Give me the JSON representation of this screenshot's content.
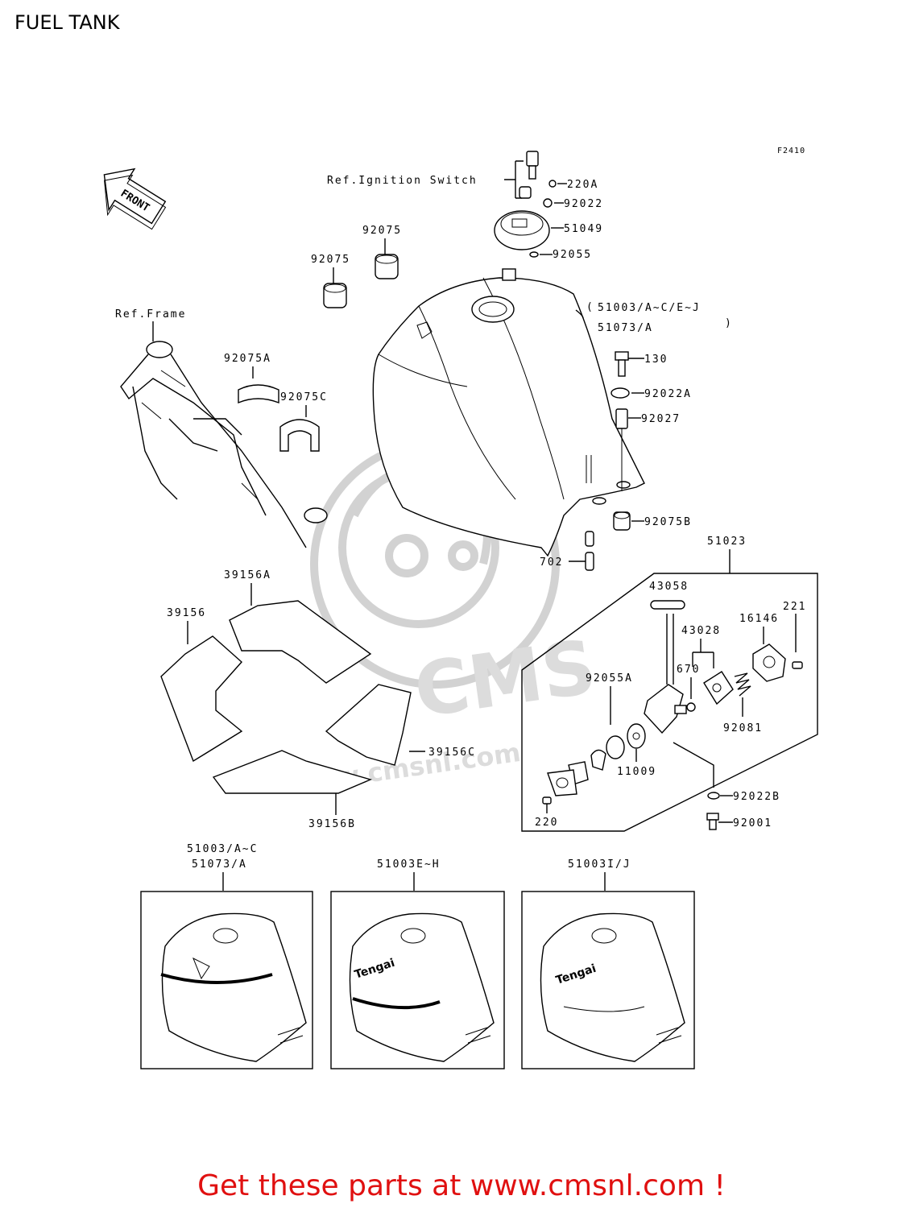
{
  "title": "FUEL TANK",
  "figure_code": "F2410",
  "front_arrow_label": "FRONT",
  "references": {
    "ignition_switch": "Ref.Ignition Switch",
    "frame": "Ref.Frame"
  },
  "part_labels": {
    "p220A": "220A",
    "p92022": "92022",
    "p51049": "51049",
    "p92055": "92055",
    "p92075_a": "92075",
    "p92075_b": "92075",
    "tank_line1": "51003/A~C/E~J",
    "tank_line2": "51073/A",
    "p130": "130",
    "p92022A": "92022A",
    "p92027": "92027",
    "p92075A": "92075A",
    "p92075C": "92075C",
    "p92075B": "92075B",
    "p702": "702",
    "p51023": "51023",
    "p43058": "43058",
    "p221": "221",
    "p43028": "43028",
    "p16146": "16146",
    "p670": "670",
    "p92055A": "92055A",
    "p92081": "92081",
    "p11009": "11009",
    "p220": "220",
    "p92022B": "92022B",
    "p92001": "92001",
    "p39156A": "39156A",
    "p39156": "39156",
    "p39156C": "39156C",
    "p39156B": "39156B"
  },
  "variants": [
    {
      "line1": "51003/A~C",
      "line2": "51073/A"
    },
    {
      "line1": "51003E~H",
      "line2": ""
    },
    {
      "line1": "51003I/J",
      "line2": ""
    }
  ],
  "watermark": {
    "brand": "CMS",
    "url": "www.cmsnl.com"
  },
  "footer": "Get these parts at www.cmsnl.com !",
  "colors": {
    "footer_red": "#e01010",
    "watermark_grey": "#d2d2d2"
  }
}
